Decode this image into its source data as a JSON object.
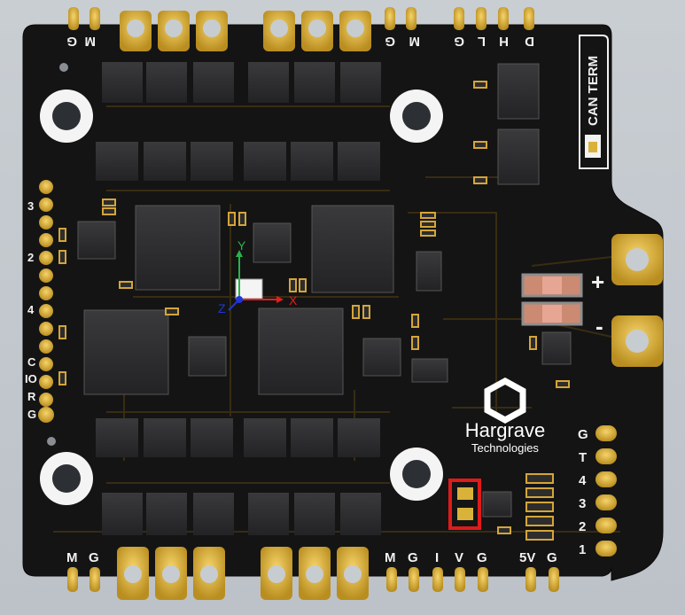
{
  "board": {
    "brand": {
      "name": "Hargrave",
      "subtitle": "Technologies"
    },
    "can_term_label": "CAN TERM",
    "power": {
      "plus": "+",
      "minus": "-"
    },
    "axes": {
      "x": "X",
      "y": "Y",
      "z": "Z"
    },
    "top_left_labels": [
      "M",
      "G"
    ],
    "top_mid_labels": [
      "G",
      "M"
    ],
    "top_right_labels": [
      "G",
      "L",
      "H",
      "D"
    ],
    "left_labels": [
      "3",
      "2",
      "4",
      "C",
      "IO",
      "R",
      "G"
    ],
    "right_labels": [
      "G",
      "T",
      "4",
      "3",
      "2",
      "1"
    ],
    "bottom_labels": [
      "M",
      "G",
      "M",
      "G",
      "I",
      "V",
      "G",
      "5V",
      "G"
    ]
  },
  "colors": {
    "pcb": "#141414",
    "gold": "#d9b23a",
    "silk": "#f2f2f2",
    "chip": "#2b2b2d",
    "highlight": "#e11a1a",
    "trace": "#3c2f12"
  }
}
